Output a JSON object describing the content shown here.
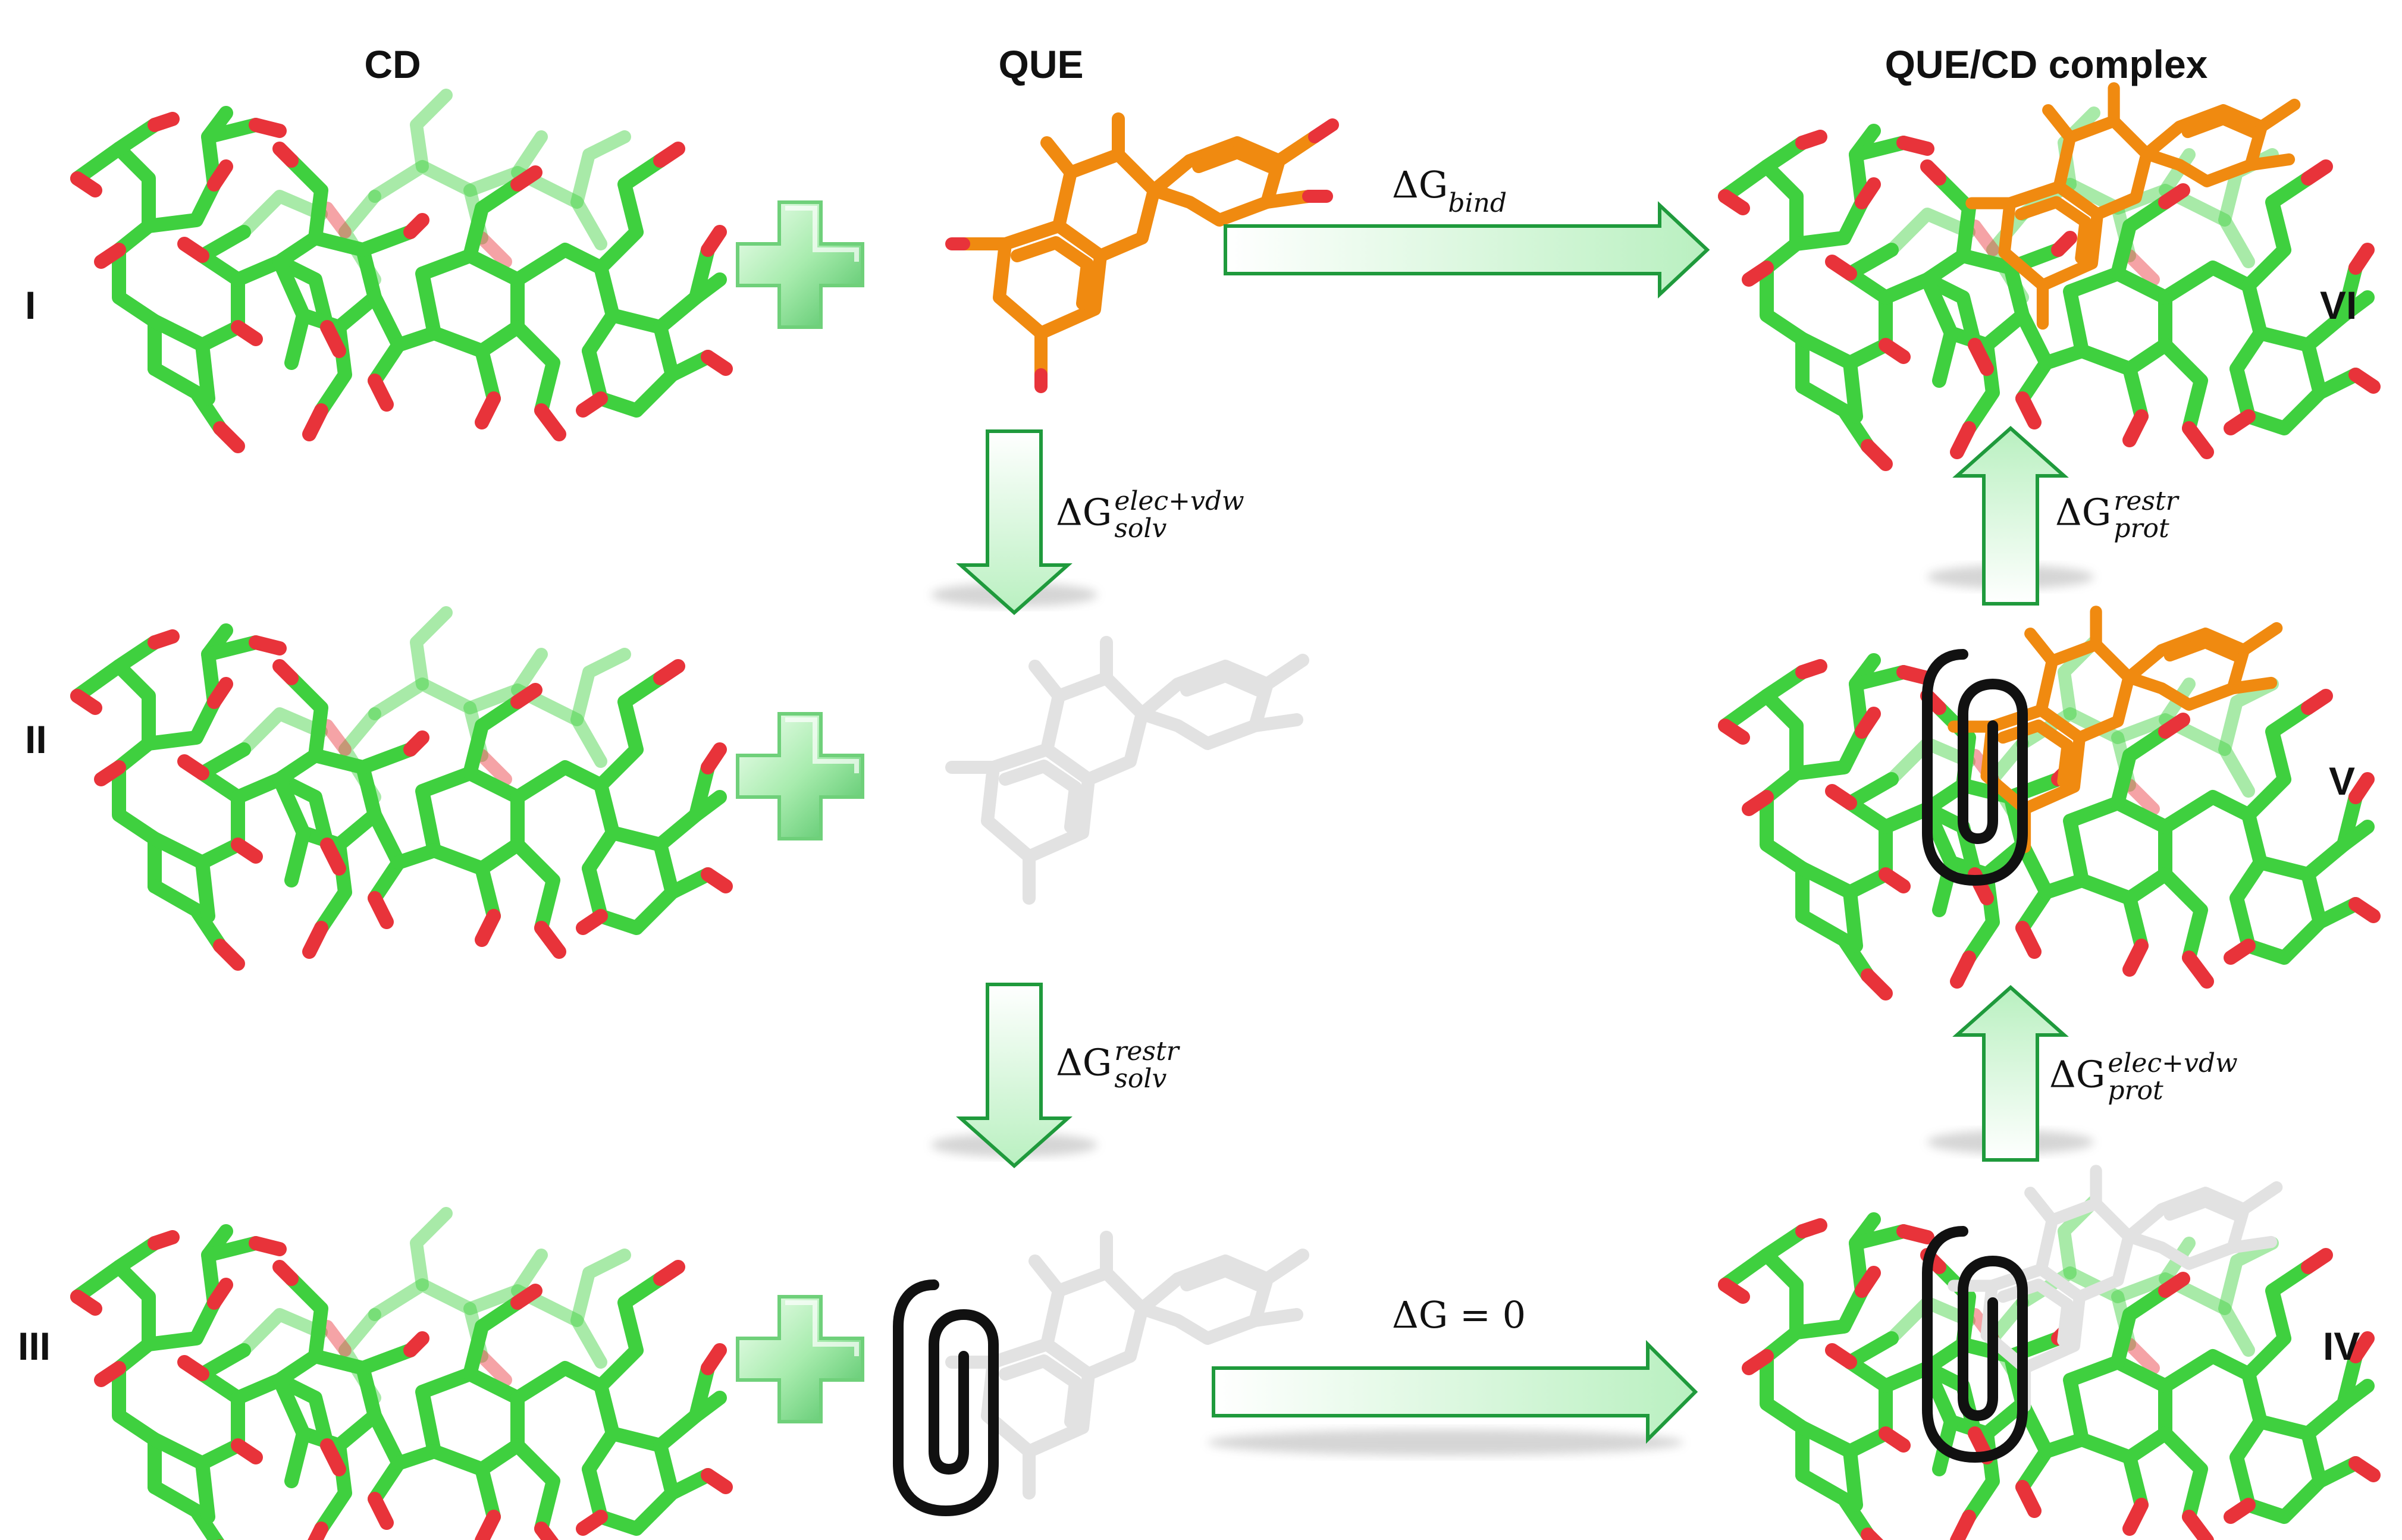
{
  "headers": {
    "cd": "CD",
    "que": "QUE",
    "complex": "QUE/CD complex"
  },
  "states": [
    "I",
    "II",
    "III",
    "IV",
    "V",
    "VI"
  ],
  "transitions": {
    "bind": {
      "delta": "ΔG",
      "sub": "bind"
    },
    "solv_elec": {
      "delta": "ΔG",
      "sup": "elec+vdw",
      "sub": "solv"
    },
    "solv_restr": {
      "delta": "ΔG",
      "sup": "restr",
      "sub": "solv"
    },
    "zero": {
      "text": "ΔG = 0"
    },
    "prot_elec": {
      "delta": "ΔG",
      "sup": "elec+vdw",
      "sub": "prot"
    },
    "prot_restr": {
      "delta": "ΔG",
      "sup": "restr",
      "sub": "prot"
    }
  },
  "colors": {
    "carbon": "#3fd03f",
    "oxygen": "#e8333a",
    "ligand": "#f08a10",
    "ligand_decoupled": "#e2e2e2",
    "arrow_fill": "#d9f7dc",
    "arrow_edge": "#1f9a3c",
    "restraint_clip": "#111111"
  }
}
